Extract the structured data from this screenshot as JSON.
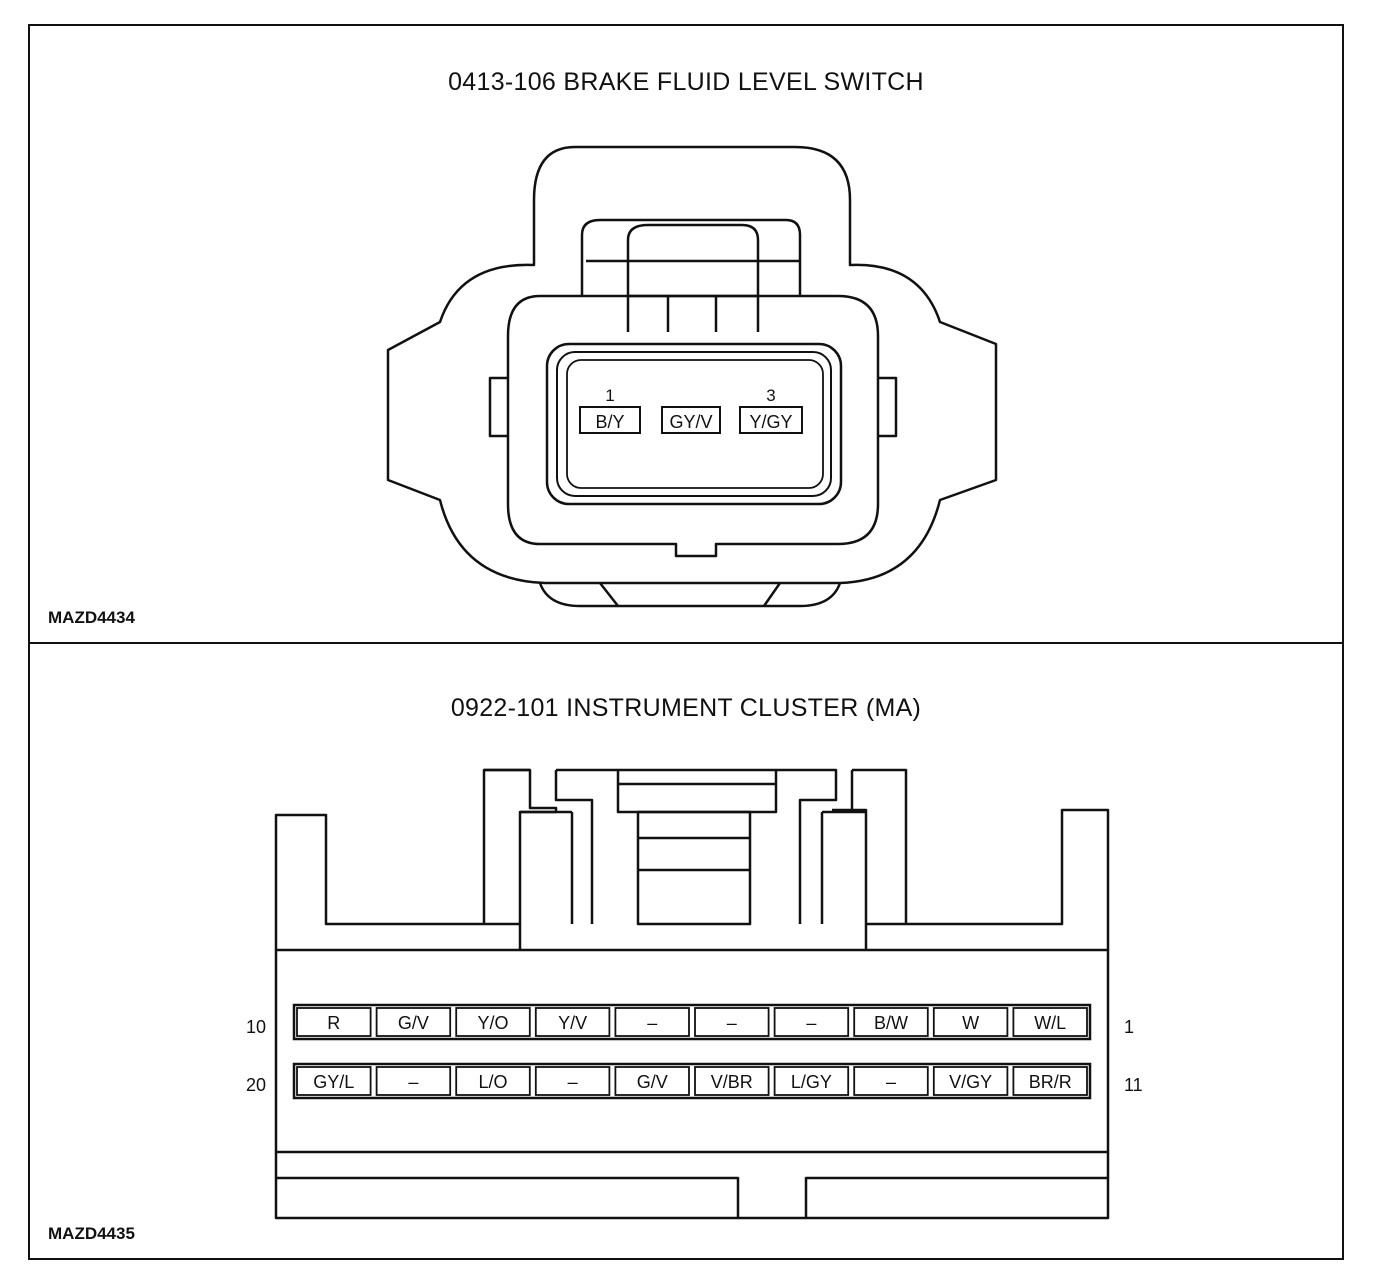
{
  "connector_top": {
    "title": "0413-106 BRAKE FLUID LEVEL SWITCH",
    "figure_id": "MAZD4434",
    "pin_numbers": [
      "1",
      "3"
    ],
    "pins": [
      "B/Y",
      "GY/V",
      "Y/GY"
    ]
  },
  "connector_bottom": {
    "title": "0922-101 INSTRUMENT CLUSTER (MA)",
    "figure_id": "MAZD4435",
    "row1_left_number": "10",
    "row1_right_number": "1",
    "row2_left_number": "20",
    "row2_right_number": "11",
    "row1": [
      "R",
      "G/V",
      "Y/O",
      "Y/V",
      "–",
      "–",
      "–",
      "B/W",
      "W",
      "W/L"
    ],
    "row2": [
      "GY/L",
      "–",
      "L/O",
      "–",
      "G/V",
      "V/BR",
      "L/GY",
      "–",
      "V/GY",
      "BR/R"
    ]
  }
}
